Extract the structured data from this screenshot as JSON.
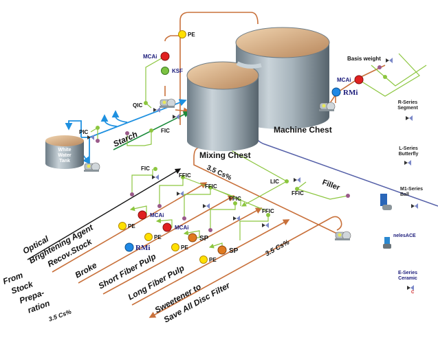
{
  "diagram": {
    "tanks": {
      "mixing_chest": "Mixing Chest",
      "machine_chest": "Machine Chest",
      "white_water_tank": [
        "White",
        "Water",
        "Tank"
      ]
    },
    "streams": {
      "starch": "Starch",
      "filler": "Filler",
      "optical": "Optical",
      "brightening_agent": "Brightening Agent",
      "recov_stock": "Recov.Stock",
      "broke": "Broke",
      "short_fiber_pulp": "Short Fiber Pulp",
      "long_fiber_pulp": "Long Fiber Pulp",
      "sweetener_to": "Sweetener to",
      "save_all_disc_filter": "Save All Disc Filter",
      "from_stock_preparation": [
        "From",
        "Stock",
        "Prepa-",
        "ration"
      ],
      "consistency_left": "3.5 Cs%",
      "consistency_top": "3.5 Cs%",
      "consistency_right": "3.5 Cs%"
    },
    "instruments": {
      "pe": "PE",
      "mcai": "MCAi",
      "ksf": "KSF",
      "qic": "QIC",
      "pic": "PIC",
      "fic": "FIC",
      "ffic": "FFIC",
      "lic": "LIC",
      "sp": "SP",
      "rmi": "RMi",
      "basis_weight": "Basis weight"
    },
    "legend": {
      "r_series": [
        "R-Series",
        "Segment"
      ],
      "l_series": [
        "L-Series",
        "Butterfly"
      ],
      "m1_series": [
        "M1-Series",
        "Ball"
      ],
      "neles_ace": "nelesACE",
      "e_series": [
        "E-Series",
        "Ceramic"
      ],
      "e_series_mark": "C"
    },
    "colors": {
      "pe": "#ffe000",
      "mcai": "#e02020",
      "ksf": "#7cc242",
      "sp": "#e07a20",
      "rmi": "#1e88e5",
      "stock_pipe": "#c8703a",
      "signal_line": "#8cc63f",
      "water_pipe": "#1e90e0",
      "filler_pipe": "#5560a8"
    }
  }
}
